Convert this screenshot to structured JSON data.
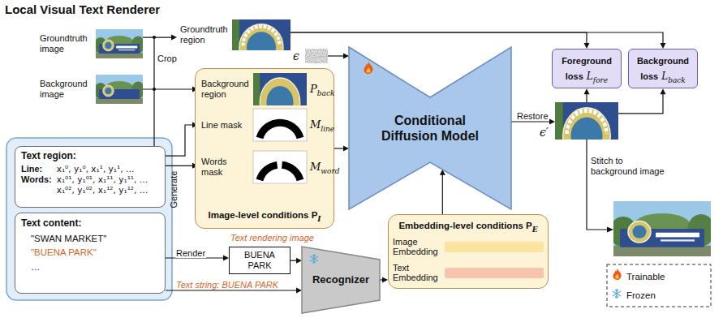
{
  "diagram": {
    "title": "Local Visual Text Renderer",
    "nodes": [
      {
        "text": [
          "Groundtruth image"
        ]
      },
      {
        "text": [
          "Background image"
        ]
      },
      {
        "text": [
          "Text region:",
          "Line:",
          "x₁⁰, y₁⁰, x₁¹, y₁¹, …",
          "Words:",
          "x₁⁰¹, y₁⁰¹, x₁¹¹, y₁¹¹, …",
          "x₁⁰², y₁⁰², x₁¹², y₁¹², …"
        ]
      },
      {
        "text": [
          "Text content:",
          "\"SWAN MARKET\"",
          "\"BUENA PARK\"",
          "…"
        ]
      },
      {
        "text": [
          "Groundtruth region"
        ]
      },
      {
        "text": [
          "Image-level conditions P",
          "I"
        ]
      },
      {
        "text": [
          "Background region",
          "P",
          "back"
        ],
        "in": 5
      },
      {
        "text": [
          "Line mask",
          "M",
          "line"
        ],
        "in": 5
      },
      {
        "text": [
          "Words mask",
          "M",
          "word"
        ],
        "in": 5
      },
      {
        "text": [
          "ϵ"
        ]
      },
      {
        "text": [
          "Conditional Diffusion Model"
        ]
      },
      {
        "text": [
          "ϵ′"
        ]
      },
      {
        "text": [
          "Foreground loss",
          "L",
          "fore"
        ]
      },
      {
        "text": [
          "Background loss",
          "L",
          "back"
        ]
      },
      {
        "text": [
          "BUENA PARK"
        ]
      },
      {
        "text": [
          "Recognizer"
        ]
      },
      {
        "text": [
          "Embedding-level conditions P",
          "E"
        ]
      },
      {
        "text": [
          "Image Embedding"
        ],
        "in": 16
      },
      {
        "text": [
          "Text Embedding"
        ],
        "in": 16
      }
    ],
    "edges": [
      {
        "from": 0,
        "to": 4,
        "arrow": "to"
      },
      {
        "from": 1,
        "to": 6,
        "arrow": "to"
      },
      {
        "from": 2,
        "to": 7,
        "arrow": "to"
      },
      {
        "from": 2,
        "to": 8,
        "arrow": "to"
      },
      {
        "from": 4,
        "to": 12,
        "arrow": "to"
      },
      {
        "from": 4,
        "to": 13,
        "arrow": "to"
      },
      {
        "from": 9,
        "to": 10,
        "arrow": "to"
      },
      {
        "from": 5,
        "to": 10,
        "arrow": "to"
      },
      {
        "from": 10,
        "to": 11,
        "label": "Restore",
        "arrow": "to"
      },
      {
        "from": 11,
        "to": 12,
        "arrow": "to"
      },
      {
        "from": 11,
        "to": 13,
        "arrow": "to"
      },
      {
        "from": 3,
        "to": 14,
        "label": "Render",
        "arrow": "to"
      },
      {
        "from": 3,
        "to": 15,
        "label": "Text string: BUENA PARK",
        "arrow": "to"
      },
      {
        "from": 14,
        "to": 15,
        "arrow": "to"
      },
      {
        "from": 15,
        "to": 16,
        "arrow": "to"
      },
      {
        "from": 16,
        "to": 10,
        "arrow": "to"
      }
    ],
    "labels": [
      "Crop",
      "Generate",
      "Text rendering image",
      "Stitch to background image"
    ],
    "legend": [
      {
        "text": "Trainable"
      },
      {
        "text": "Frozen"
      }
    ]
  }
}
